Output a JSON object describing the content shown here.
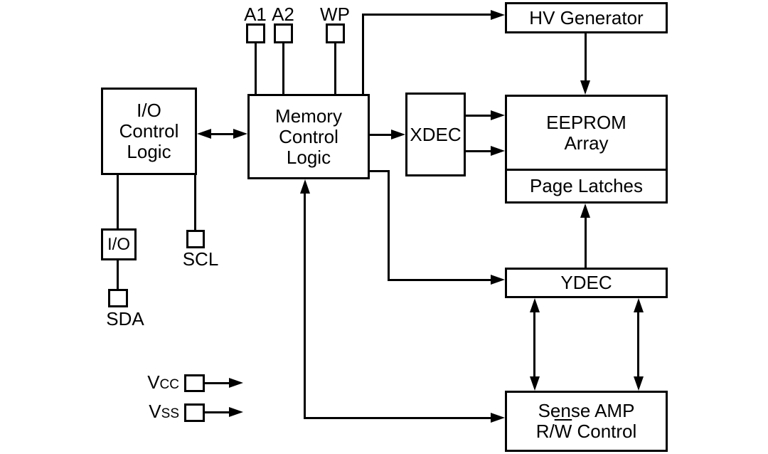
{
  "colors": {
    "background": "#ffffff",
    "stroke": "#000000",
    "text": "#000000"
  },
  "blocks": {
    "io_control": {
      "lines": [
        "I/O",
        "Control",
        "Logic"
      ]
    },
    "memory_control": {
      "lines": [
        "Memory",
        "Control",
        "Logic"
      ]
    },
    "xdec": {
      "label": "XDEC"
    },
    "hv_generator": {
      "label": "HV Generator"
    },
    "eeprom_array": {
      "lines": [
        "EEPROM",
        "Array"
      ]
    },
    "page_latches": {
      "label": "Page Latches"
    },
    "ydec": {
      "label": "YDEC"
    },
    "sense_amp": {
      "line1": "Sense AMP",
      "line2_pre": "R/",
      "line2_overline": "W",
      "line2_post": " Control"
    }
  },
  "pins": {
    "a1": {
      "label": "A1"
    },
    "a2": {
      "label": "A2"
    },
    "wp": {
      "label": "WP"
    },
    "io": {
      "label": "I/O"
    },
    "scl": {
      "label": "SCL"
    },
    "sda": {
      "label": "SDA"
    },
    "vcc": {
      "main": "V",
      "sub": "CC"
    },
    "vss": {
      "main": "V",
      "sub": "SS"
    }
  }
}
